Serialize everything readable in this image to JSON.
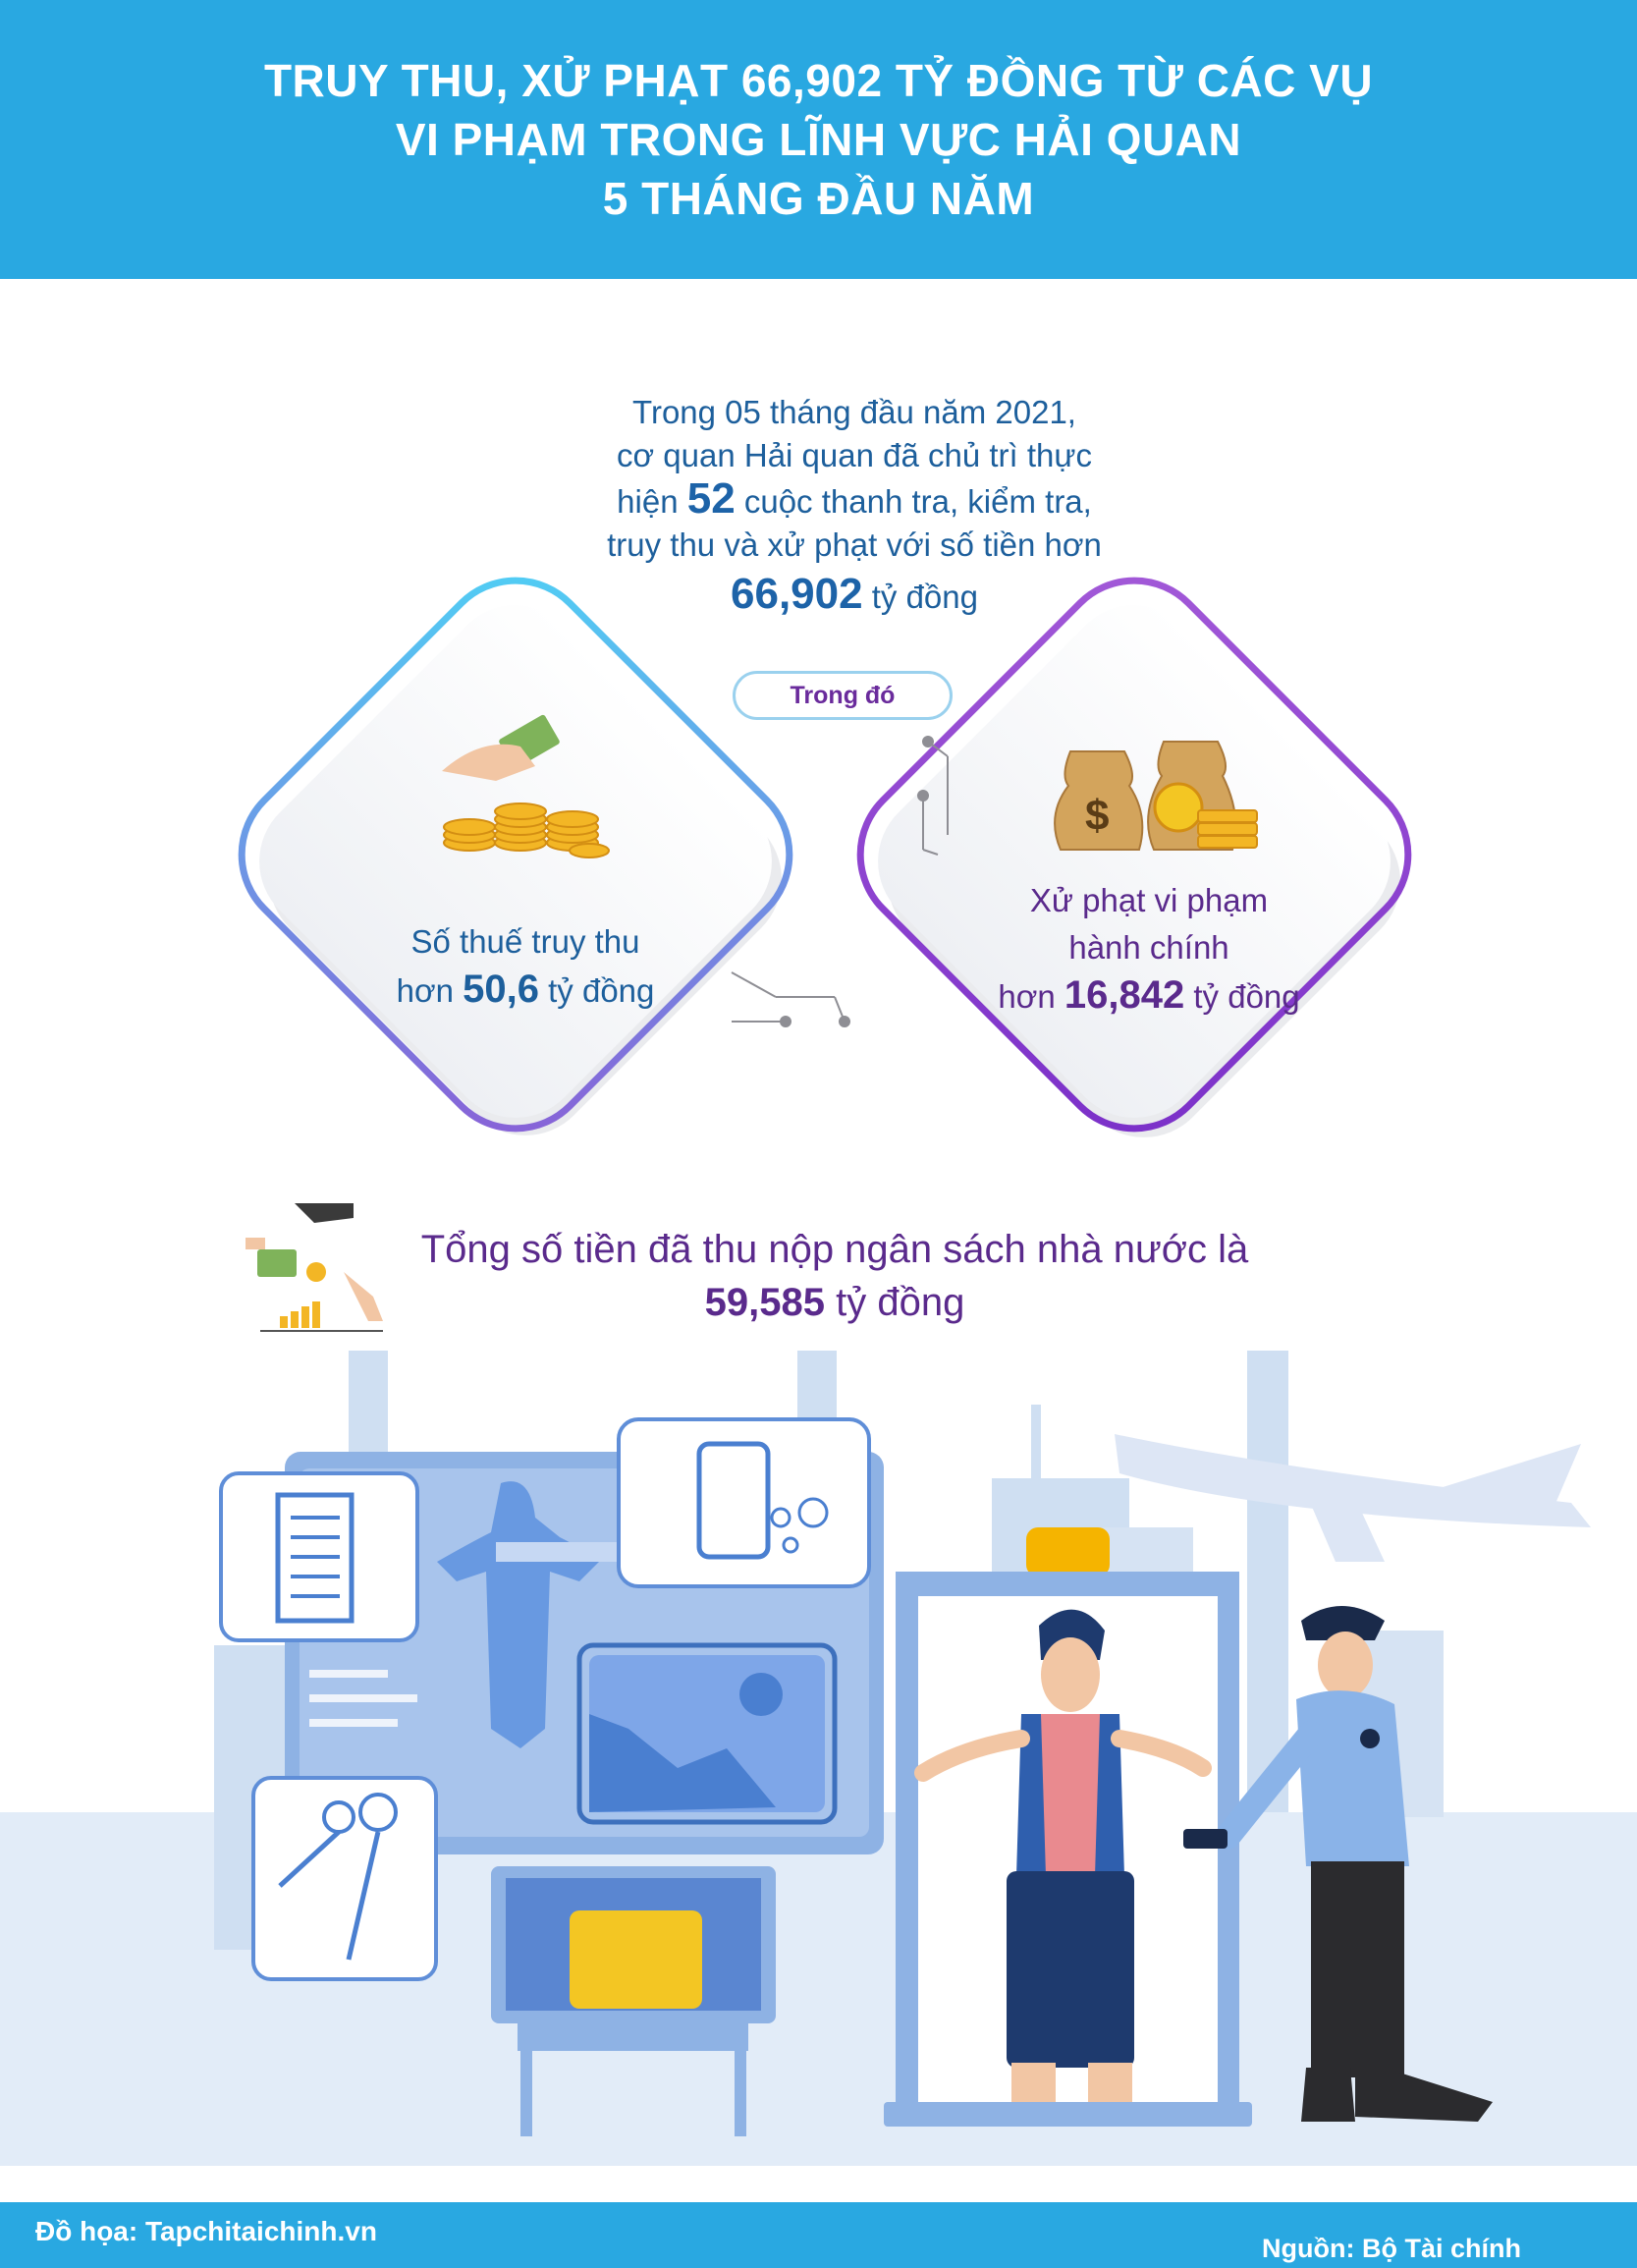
{
  "header": {
    "title_lines": [
      "TRUY THU, XỬ PHẠT 66,902 TỶ ĐỒNG TỪ CÁC VỤ",
      "VI PHẠM TRONG LĨNH VỰC HẢI QUAN",
      "5 THÁNG ĐẦU NĂM"
    ]
  },
  "intro": {
    "line1": "Trong 05 tháng đầu năm 2021,",
    "line2": "cơ quan Hải quan đã chủ trì thực",
    "line3_pre": "hiện ",
    "line3_num": "52",
    "line3_post": " cuộc thanh tra, kiểm tra,",
    "line4": "truy thu và xử phạt với số tiền hơn",
    "total_num": "66,902",
    "total_unit": " tỷ đồng"
  },
  "pill": {
    "label": "Trong đó"
  },
  "card_left": {
    "line1": "Số thuế truy thu",
    "prefix": "hơn ",
    "num": "50,6",
    "unit": " tỷ đồng"
  },
  "card_right": {
    "line1": "Xử phạt vi phạm",
    "line2": "hành chính",
    "prefix": "hơn ",
    "num": "16,842",
    "unit": " tỷ đồng"
  },
  "total": {
    "line1": "Tổng số tiền đã thu nộp ngân sách nhà nước là",
    "num": "59,585",
    "unit": " tỷ đồng"
  },
  "footer": {
    "credit": "Đồ họa: Tapchitaichinh.vn",
    "source": "Nguồn:  Bộ Tài chính"
  },
  "colors": {
    "header_bg": "#29a8e1",
    "blue_text": "#1d5f9c",
    "purple_text": "#5a2a8c",
    "pill_text": "#6a2b9c"
  }
}
